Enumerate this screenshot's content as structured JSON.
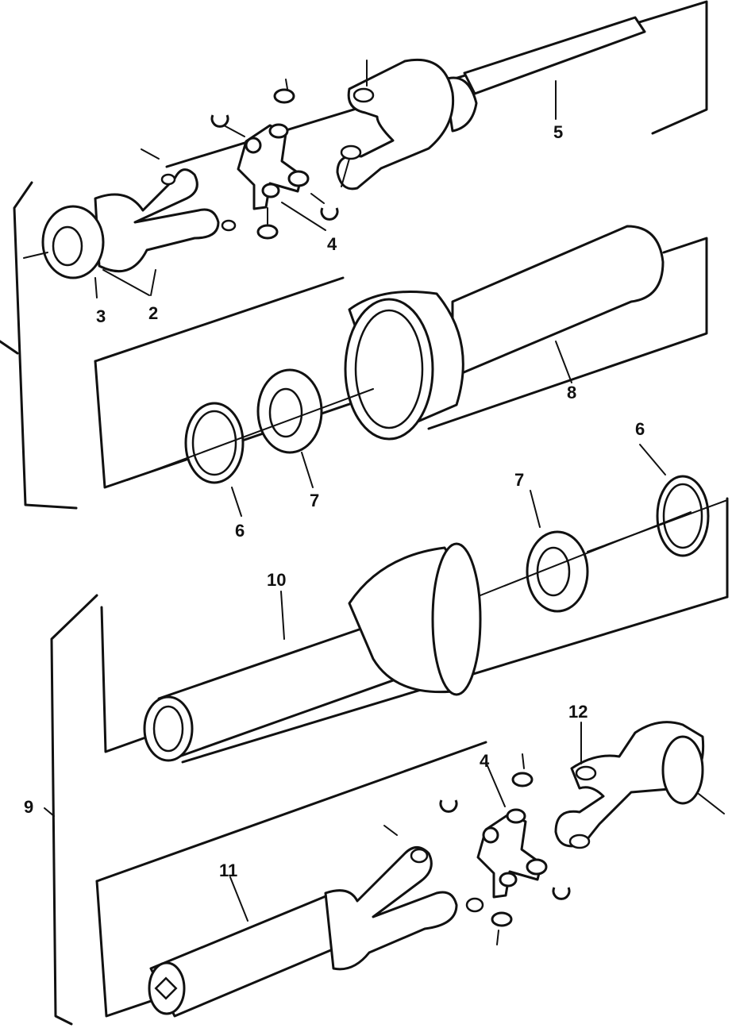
{
  "callouts": {
    "c2": "2",
    "c3": "3",
    "c4_top": "4",
    "c5": "5",
    "c6_left": "6",
    "c6_right": "6",
    "c7_left": "7",
    "c7_right": "7",
    "c8": "8",
    "c9": "9",
    "c10": "10",
    "c11": "11",
    "c12": "12",
    "c4_bottom": "4"
  }
}
